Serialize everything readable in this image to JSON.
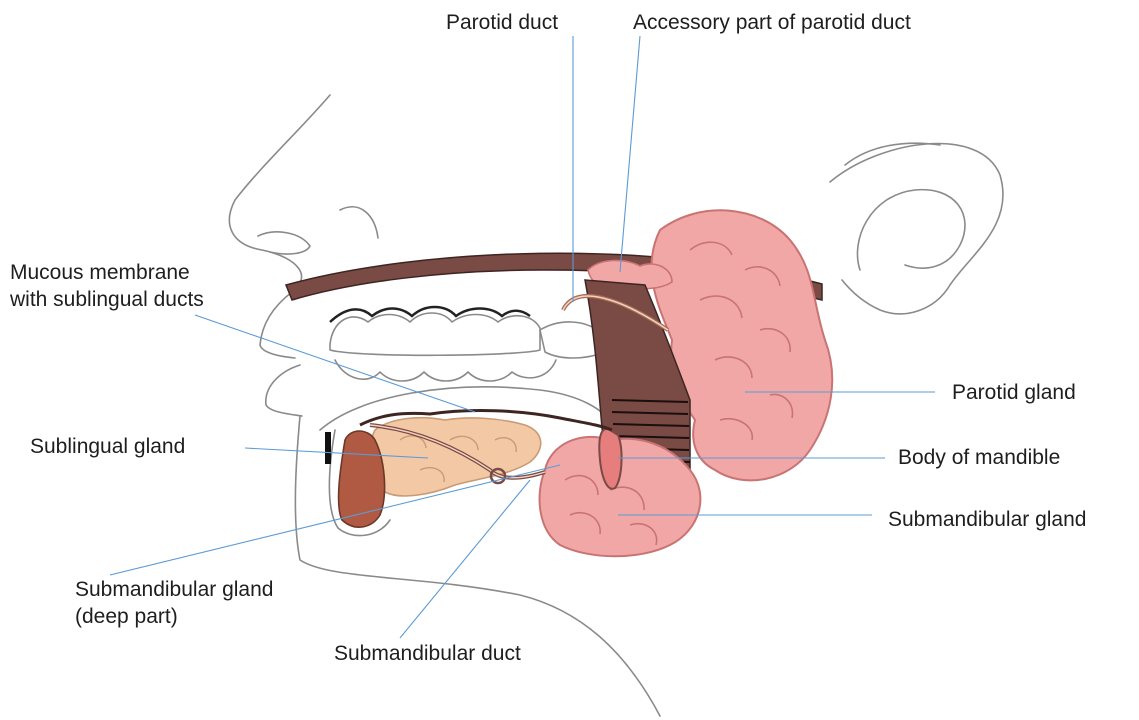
{
  "labels": {
    "parotid_duct": "Parotid duct",
    "accessory_parotid_duct": "Accessory part of parotid duct",
    "mucous_membrane_line1": "Mucous membrane",
    "mucous_membrane_line2": "with sublingual ducts",
    "parotid_gland": "Parotid gland",
    "sublingual_gland": "Sublingual gland",
    "body_of_mandible": "Body of mandible",
    "submandibular_gland": "Submandibular gland",
    "submandibular_deep_line1": "Submandibular gland",
    "submandibular_deep_line2": "(deep part)",
    "submandibular_duct": "Submandibular duct"
  },
  "colors": {
    "outline": "#8a8a8a",
    "leader_line": "#5b9bd5",
    "gland_pink": "#f2a7a7",
    "gland_pink_dark": "#c97373",
    "sublingual_tan": "#f3c9a5",
    "muscle_brown": "#7a4a44",
    "tongue_brown": "#b05a44",
    "text": "#1e1e1e"
  }
}
